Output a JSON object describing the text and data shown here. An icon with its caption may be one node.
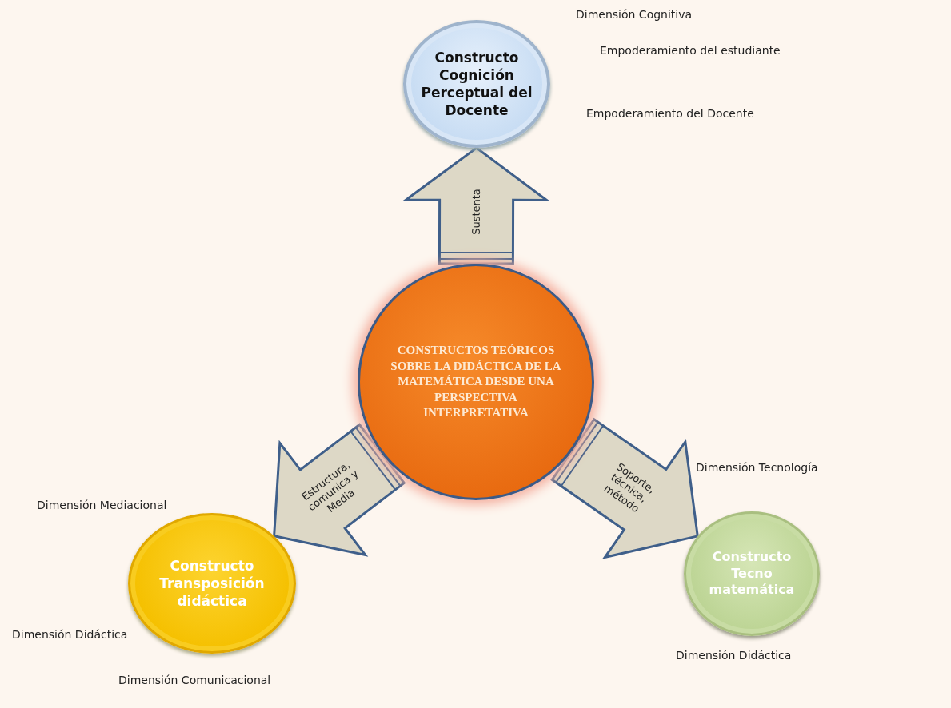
{
  "diagram": {
    "nodes": [
      {
        "text": [
          "CONSTRUCTOS TEÓRICOS SOBRE LA DIDÁCTICA DE LA MATEMÁTICA DESDE UNA PERSPECTIVA INTERPRETATIVA"
        ]
      },
      {
        "text": [
          "Constructo Cognición Perceptual del Docente"
        ],
        "beside": [
          "Dimensión Cognitiva",
          "Empoderamiento del estudiante",
          "Empoderamiento del Docente"
        ]
      },
      {
        "text": [
          "Constructo Transposición didáctica"
        ],
        "beside": [
          "Dimensión Mediacional",
          "Dimensión Didáctica",
          "Dimensión Comunicacional"
        ]
      },
      {
        "text": [
          "Constructo Tecno matemática"
        ],
        "beside": [
          "Dimensión Tecnología",
          "Dimensión Didáctica"
        ]
      }
    ],
    "edges": [
      {
        "from": 0,
        "to": 1,
        "arrow": "to",
        "label": "Sustenta"
      },
      {
        "from": 0,
        "to": 2,
        "arrow": "to",
        "label": "Estructura, comunica y Media"
      },
      {
        "from": 0,
        "to": 3,
        "arrow": "to",
        "label": "Soporte, técnica, método"
      }
    ]
  }
}
